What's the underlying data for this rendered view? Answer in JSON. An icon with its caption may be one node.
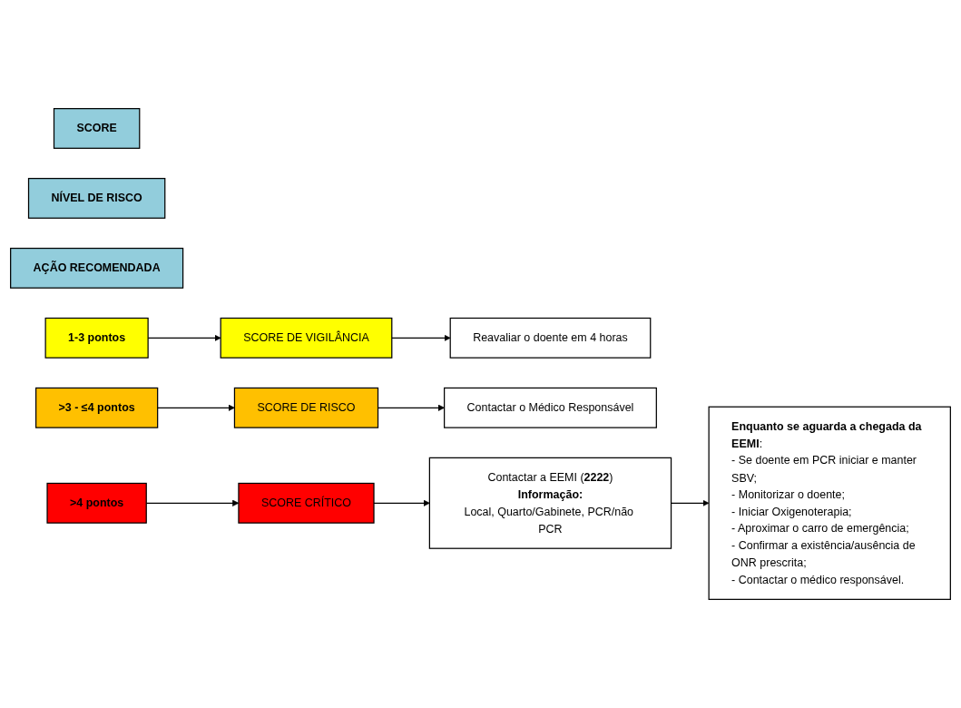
{
  "diagram": {
    "nodes": [
      {
        "text": [
          "SCORE"
        ]
      },
      {
        "text": [
          "NÍVEL DE RISCO"
        ]
      },
      {
        "text": [
          "AÇÃO RECOMENDADA"
        ]
      },
      {
        "text": [
          "1-3 pontos"
        ]
      },
      {
        "text": [
          "SCORE DE VIGILÂNCIA"
        ]
      },
      {
        "text": [
          "Reavaliar o doente em 4 horas"
        ]
      },
      {
        "text": [
          ">3 - ≤4 pontos"
        ]
      },
      {
        "text": [
          "SCORE DE RISCO"
        ]
      },
      {
        "text": [
          "Contactar o Médico Responsável"
        ]
      },
      {
        "text": [
          ">4 pontos"
        ]
      },
      {
        "text": [
          "SCORE CRÍTICO"
        ]
      },
      {
        "text": [
          "Contactar a EEMI (**2222**)",
          "**Informação:**",
          "Local, Quarto/Gabinete, PCR/não PCR"
        ]
      },
      {
        "text": [
          "**Enquanto se aguarda a chegada da EEMI**:",
          "- Se doente em PCR iniciar e manter SBV;",
          "- Monitorizar o doente;",
          "- Iniciar Oxigenoterapia;",
          "- Aproximar o carro de emergência;",
          "- Confirmar a existência/ausência de ONR prescrita;",
          "- Contactar o médico responsável."
        ]
      }
    ],
    "edges": [
      {
        "from": 3,
        "to": 4,
        "arrow": "to"
      },
      {
        "from": 4,
        "to": 5,
        "arrow": "to"
      },
      {
        "from": 6,
        "to": 7,
        "arrow": "to"
      },
      {
        "from": 7,
        "to": 8,
        "arrow": "to"
      },
      {
        "from": 9,
        "to": 10,
        "arrow": "to"
      },
      {
        "from": 10,
        "to": 11,
        "arrow": "to"
      },
      {
        "from": 11,
        "to": 12,
        "arrow": "to"
      }
    ]
  }
}
